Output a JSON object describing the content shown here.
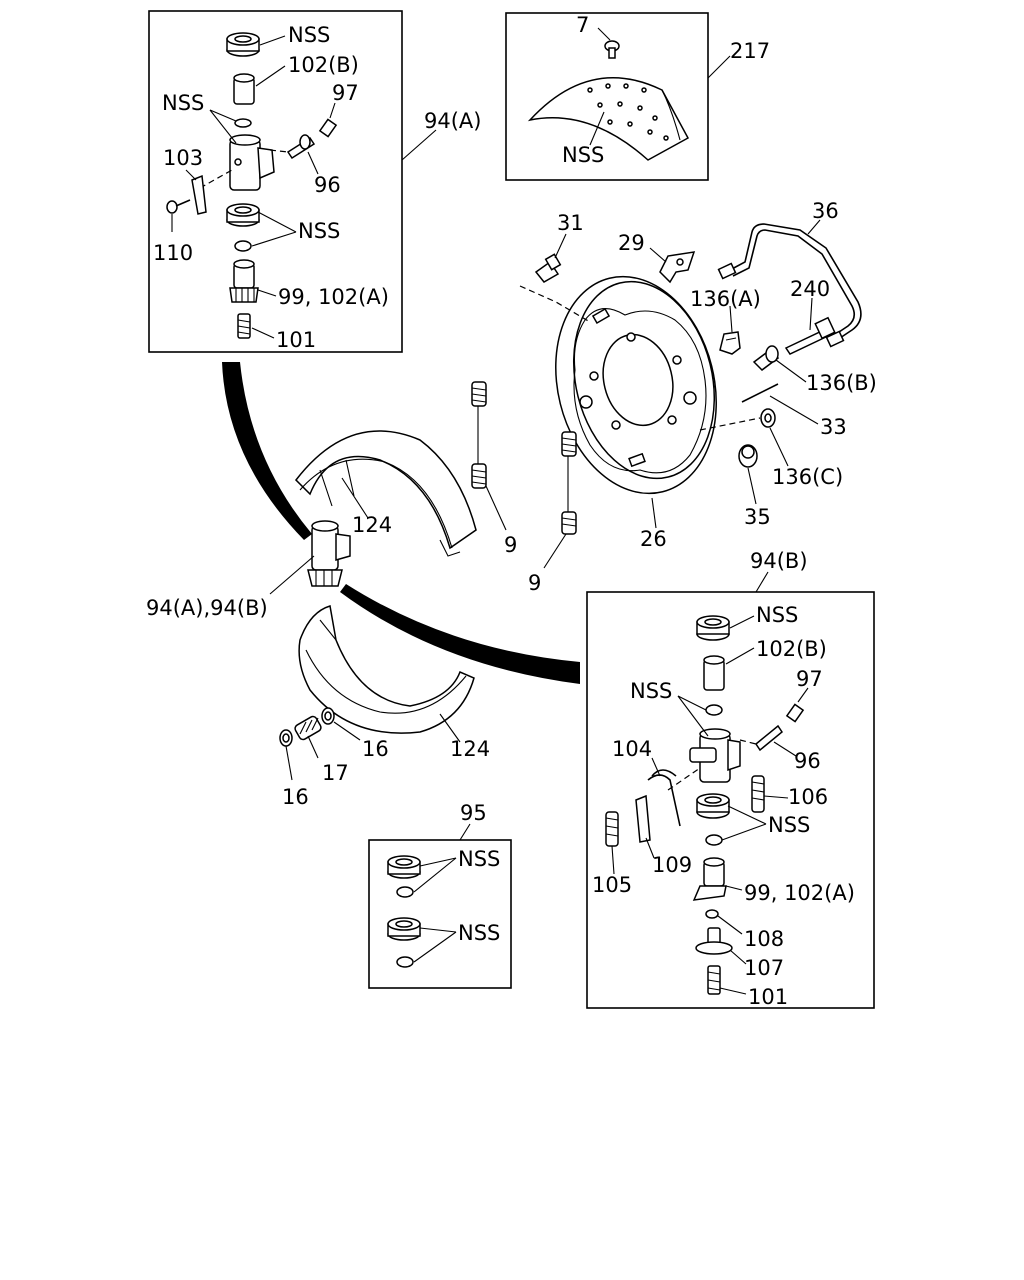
{
  "labels": {
    "nss": "NSS",
    "p7": "7",
    "p217": "217",
    "p94a": "94(A)",
    "p94b": "94(B)",
    "p94ab": "94(A),94(B)",
    "p102b": "102(B)",
    "p97": "97",
    "p96": "96",
    "p103": "103",
    "p110": "110",
    "p99_102a": "99, 102(A)",
    "p101": "101",
    "p31": "31",
    "p29": "29",
    "p36": "36",
    "p240": "240",
    "p136a": "136(A)",
    "p136b": "136(B)",
    "p136c": "136(C)",
    "p33": "33",
    "p35": "35",
    "p26": "26",
    "p9": "9",
    "p124": "124",
    "p16": "16",
    "p17": "17",
    "p95": "95",
    "p104": "104",
    "p105": "105",
    "p106": "106",
    "p107": "107",
    "p108": "108",
    "p109": "109"
  }
}
